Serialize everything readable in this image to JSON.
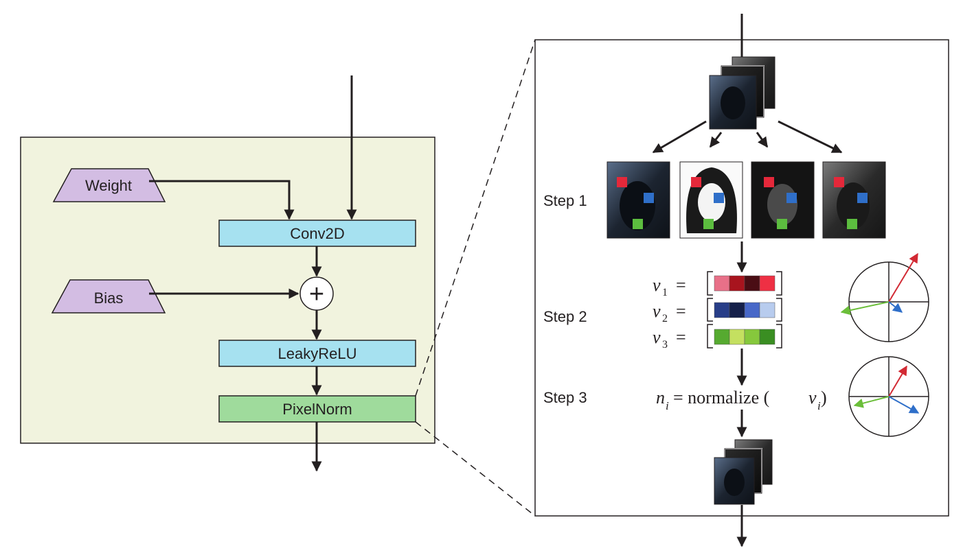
{
  "left_block": {
    "weight_label": "Weight",
    "bias_label": "Bias",
    "conv_label": "Conv2D",
    "add_symbol": "+",
    "act_label": "LeakyReLU",
    "norm_label": "PixelNorm"
  },
  "right_panel": {
    "steps": [
      "Step 1",
      "Step 2",
      "Step 3"
    ],
    "vectors": [
      {
        "sym": "v",
        "sub": "1",
        "eq": "="
      },
      {
        "sym": "v",
        "sub": "2",
        "eq": "="
      },
      {
        "sym": "v",
        "sub": "3",
        "eq": "="
      }
    ],
    "formula": {
      "n": "n",
      "i": "i",
      "text": "= normalize (",
      "v": "v",
      "vi": "i",
      "close": ")"
    }
  },
  "colors": {
    "block_bg": "#f1f3de",
    "trapezoid": "#d3bde3",
    "conv_fill": "#a6e1f0",
    "norm_fill": "#9fdb9c",
    "red": "#e5283a",
    "blue": "#2f6fc9",
    "green": "#5cbd3f",
    "vec_red": [
      "#e87088",
      "#a8141e",
      "#4a0d14",
      "#ee3044"
    ],
    "vec_blue": [
      "#283e88",
      "#15204a",
      "#4868c8",
      "#b8ccee"
    ],
    "vec_green": [
      "#56aa30",
      "#c4e060",
      "#86c83c",
      "#3a8e22"
    ]
  }
}
